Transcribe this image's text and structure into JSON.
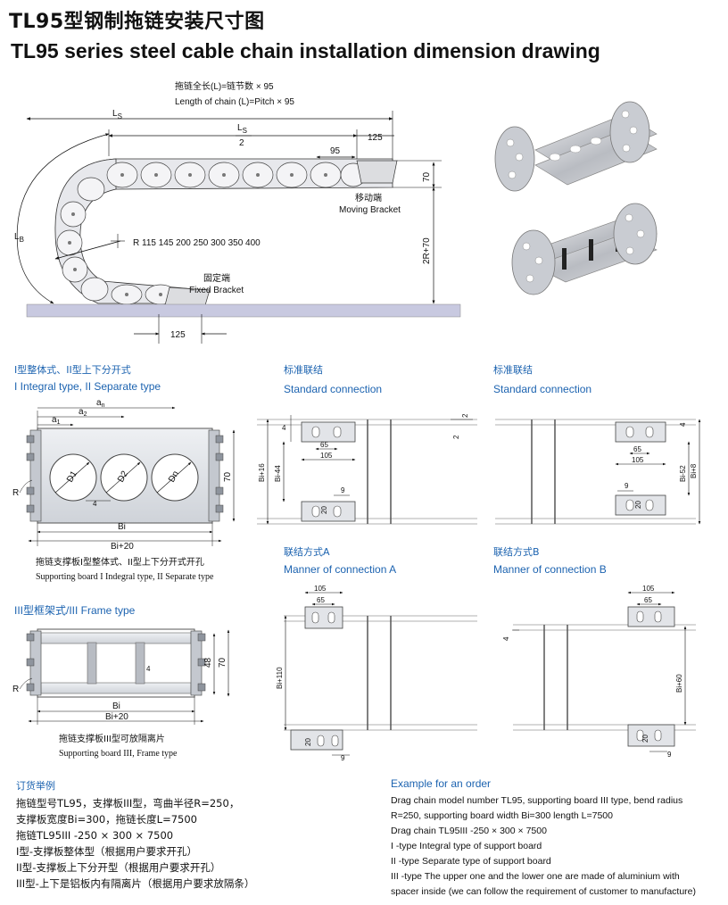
{
  "title_cn": "TL95型钢制拖链安装尺寸图",
  "title_en": "TL95 series steel cable chain installation dimension drawing",
  "main_drawing": {
    "length_cn": "拖链全长(L)=链节数 × 95",
    "length_en": "Length of chain (L)=Pitch × 95",
    "ls": "L",
    "ls_sub": "S",
    "ls_half_den": "2",
    "pitch": "95",
    "end_len": "125",
    "h70": "70",
    "h2r": "2R+70",
    "lb": "L",
    "lb_sub": "B",
    "radius": "R  115  145  200  250  300  350  400",
    "moving_cn": "移动端",
    "moving_en": "Moving Bracket",
    "fixed_cn": "固定端",
    "fixed_en": "Fixed Bracket",
    "bottom_125": "125"
  },
  "sections": {
    "type12_cn": "I型整体式、II型上下分开式",
    "type12_en": "I Integral type, II Separate type",
    "std1_cn": "标准联结",
    "std1_en": "Standard connection",
    "std2_cn": "标准联结",
    "std2_en": "Standard connection",
    "conA_cn": "联结方式A",
    "conA_en": "Manner of connection A",
    "conB_cn": "联结方式B",
    "conB_en": "Manner of connection B",
    "type3": "III型框架式/III Frame type"
  },
  "board1": {
    "an": "a",
    "an_sub": "n",
    "a2": "a",
    "a2_sub": "2",
    "a1": "a",
    "a1_sub": "1",
    "d1": "D1",
    "d2": "D2",
    "dn": "Dn",
    "four": "4",
    "r": "R",
    "h": "70",
    "bi": "Bi",
    "bi20": "Bi+20",
    "cap_cn": "拖链支撑板I型整体式、II型上下分开式开孔",
    "cap_en": "Supporting board I Indegral type, II Separate type"
  },
  "board3": {
    "four": "4",
    "r": "R",
    "h48": "48",
    "h70": "70",
    "bi": "Bi",
    "bi20": "Bi+20",
    "cap_cn": "拖链支撑板III型可放隔离片",
    "cap_en": "Supporting board III, Frame type"
  },
  "std_conn1": {
    "d4": "4",
    "d2a": "2",
    "d2b": "2",
    "d65": "65",
    "d105": "105",
    "bi16": "Bi+16",
    "bi44": "Bi-44",
    "d9": "9",
    "d20": "20"
  },
  "std_conn2": {
    "d4": "4",
    "d65": "65",
    "d105": "105",
    "bi52": "Bi-52",
    "bi8": "Bi+8",
    "d9": "9",
    "d20": "20"
  },
  "conn_a": {
    "d105": "105",
    "d65": "65",
    "bi110": "Bi+110",
    "d20": "20",
    "d9": "9"
  },
  "conn_b": {
    "d105": "105",
    "d65": "65",
    "d4": "4",
    "bi60": "Bi+60",
    "d20": "20",
    "d9": "9"
  },
  "order_cn": {
    "title": "订货举例",
    "l1": "拖链型号TL95，支撑板III型，弯曲半径R=250，",
    "l2": "支撑板宽度Bi=300，拖链长度L=7500",
    "l3": "拖链TL95III -250 × 300 × 7500",
    "l4": "I型-支撑板整体型（根据用户要求开孔）",
    "l5": "II型-支撑板上下分开型（根据用户要求开孔）",
    "l6": "III型-上下是铝板内有隔离片（根据用户要求放隔条）"
  },
  "order_en": {
    "title": "Example for an order",
    "l1": "Drag chain model number TL95, supporting board III type, bend radius",
    "l2": "R=250, supporting board width Bi=300 length L=7500",
    "l3": "Drag chain TL95III -250 × 300 × 7500",
    "l4": "I -type Integral type of support board",
    "l5": "II -type Separate type of support board",
    "l6": "III -type The upper one and the lower one are made of aluminium with",
    "l7": "spacer inside  (we can follow the requirement of customer to manufacture)"
  }
}
